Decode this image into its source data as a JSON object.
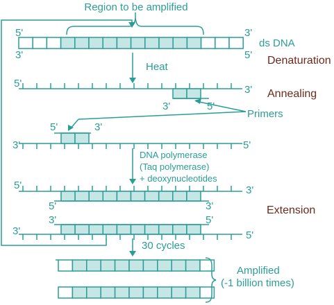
{
  "labels": {
    "region": "Region to be amplified",
    "ds_dna": "ds DNA",
    "heat": "Heat",
    "primers": "Primers",
    "polymerase_1": "DNA polymerase",
    "polymerase_2": "(Taq polymerase)",
    "polymerase_3": "+ deoxynucleotides",
    "cycles": "30 cycles",
    "amplified_1": "Amplified",
    "amplified_2": "(-1 billion times)"
  },
  "steps": {
    "denaturation": "Denaturation",
    "annealing": "Annealing",
    "extension": "Extension"
  },
  "ends": {
    "five": "5'",
    "three": "3'"
  },
  "colors": {
    "teal": "#2a9d96",
    "fill": "#c6e6e6",
    "step": "#6b2a1c"
  }
}
